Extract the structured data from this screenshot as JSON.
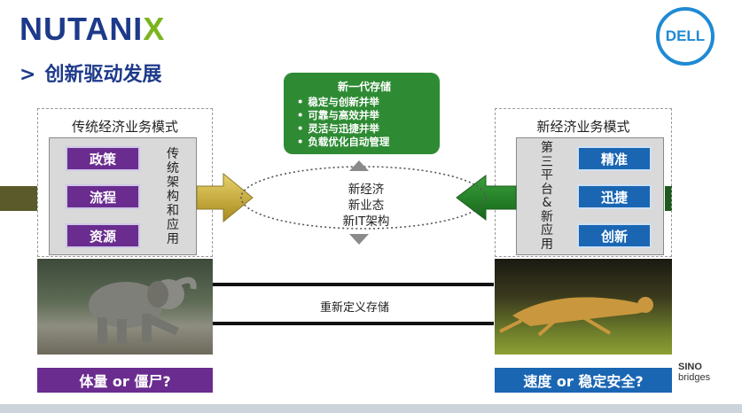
{
  "brand": {
    "logo_left": "NUTANI",
    "logo_x": "X",
    "partner_logo": "DELL",
    "colors": {
      "nutanix_blue": "#1d3a8a",
      "nutanix_green": "#7ab51d",
      "dell_blue": "#1f8ad4"
    }
  },
  "slide": {
    "heading": "创新驱动发展",
    "heading_icon": "chevron-right-icon"
  },
  "left_panel": {
    "title": "传统经济业务模式",
    "items": [
      "政策",
      "流程",
      "资源"
    ],
    "vertical_label": [
      "传",
      "统",
      "架",
      "构",
      "和",
      "应",
      "用"
    ],
    "banner": "体量 or 僵尸?",
    "color": "#6a2c8f"
  },
  "right_panel": {
    "title": "新经济业务模式",
    "items": [
      "精准",
      "迅捷",
      "创新"
    ],
    "vertical_label": [
      "第",
      "三",
      "平",
      "台",
      "&",
      "新",
      "应",
      "用"
    ],
    "banner": "速度 or 稳定安全?",
    "color": "#1a66b3"
  },
  "center": {
    "green_box": {
      "title": "新一代存储",
      "bullets": [
        "稳定与创新并举",
        "可靠与高效并举",
        "灵活与迅捷并举",
        "负载优化自动管理"
      ],
      "color": "#2e8b34"
    },
    "ellipse_lines": [
      "新经济",
      "新业态",
      "新IT架构"
    ],
    "redefine_label": "重新定义存储"
  },
  "watermark": {
    "line1": "SINO",
    "line2": "bridges"
  }
}
